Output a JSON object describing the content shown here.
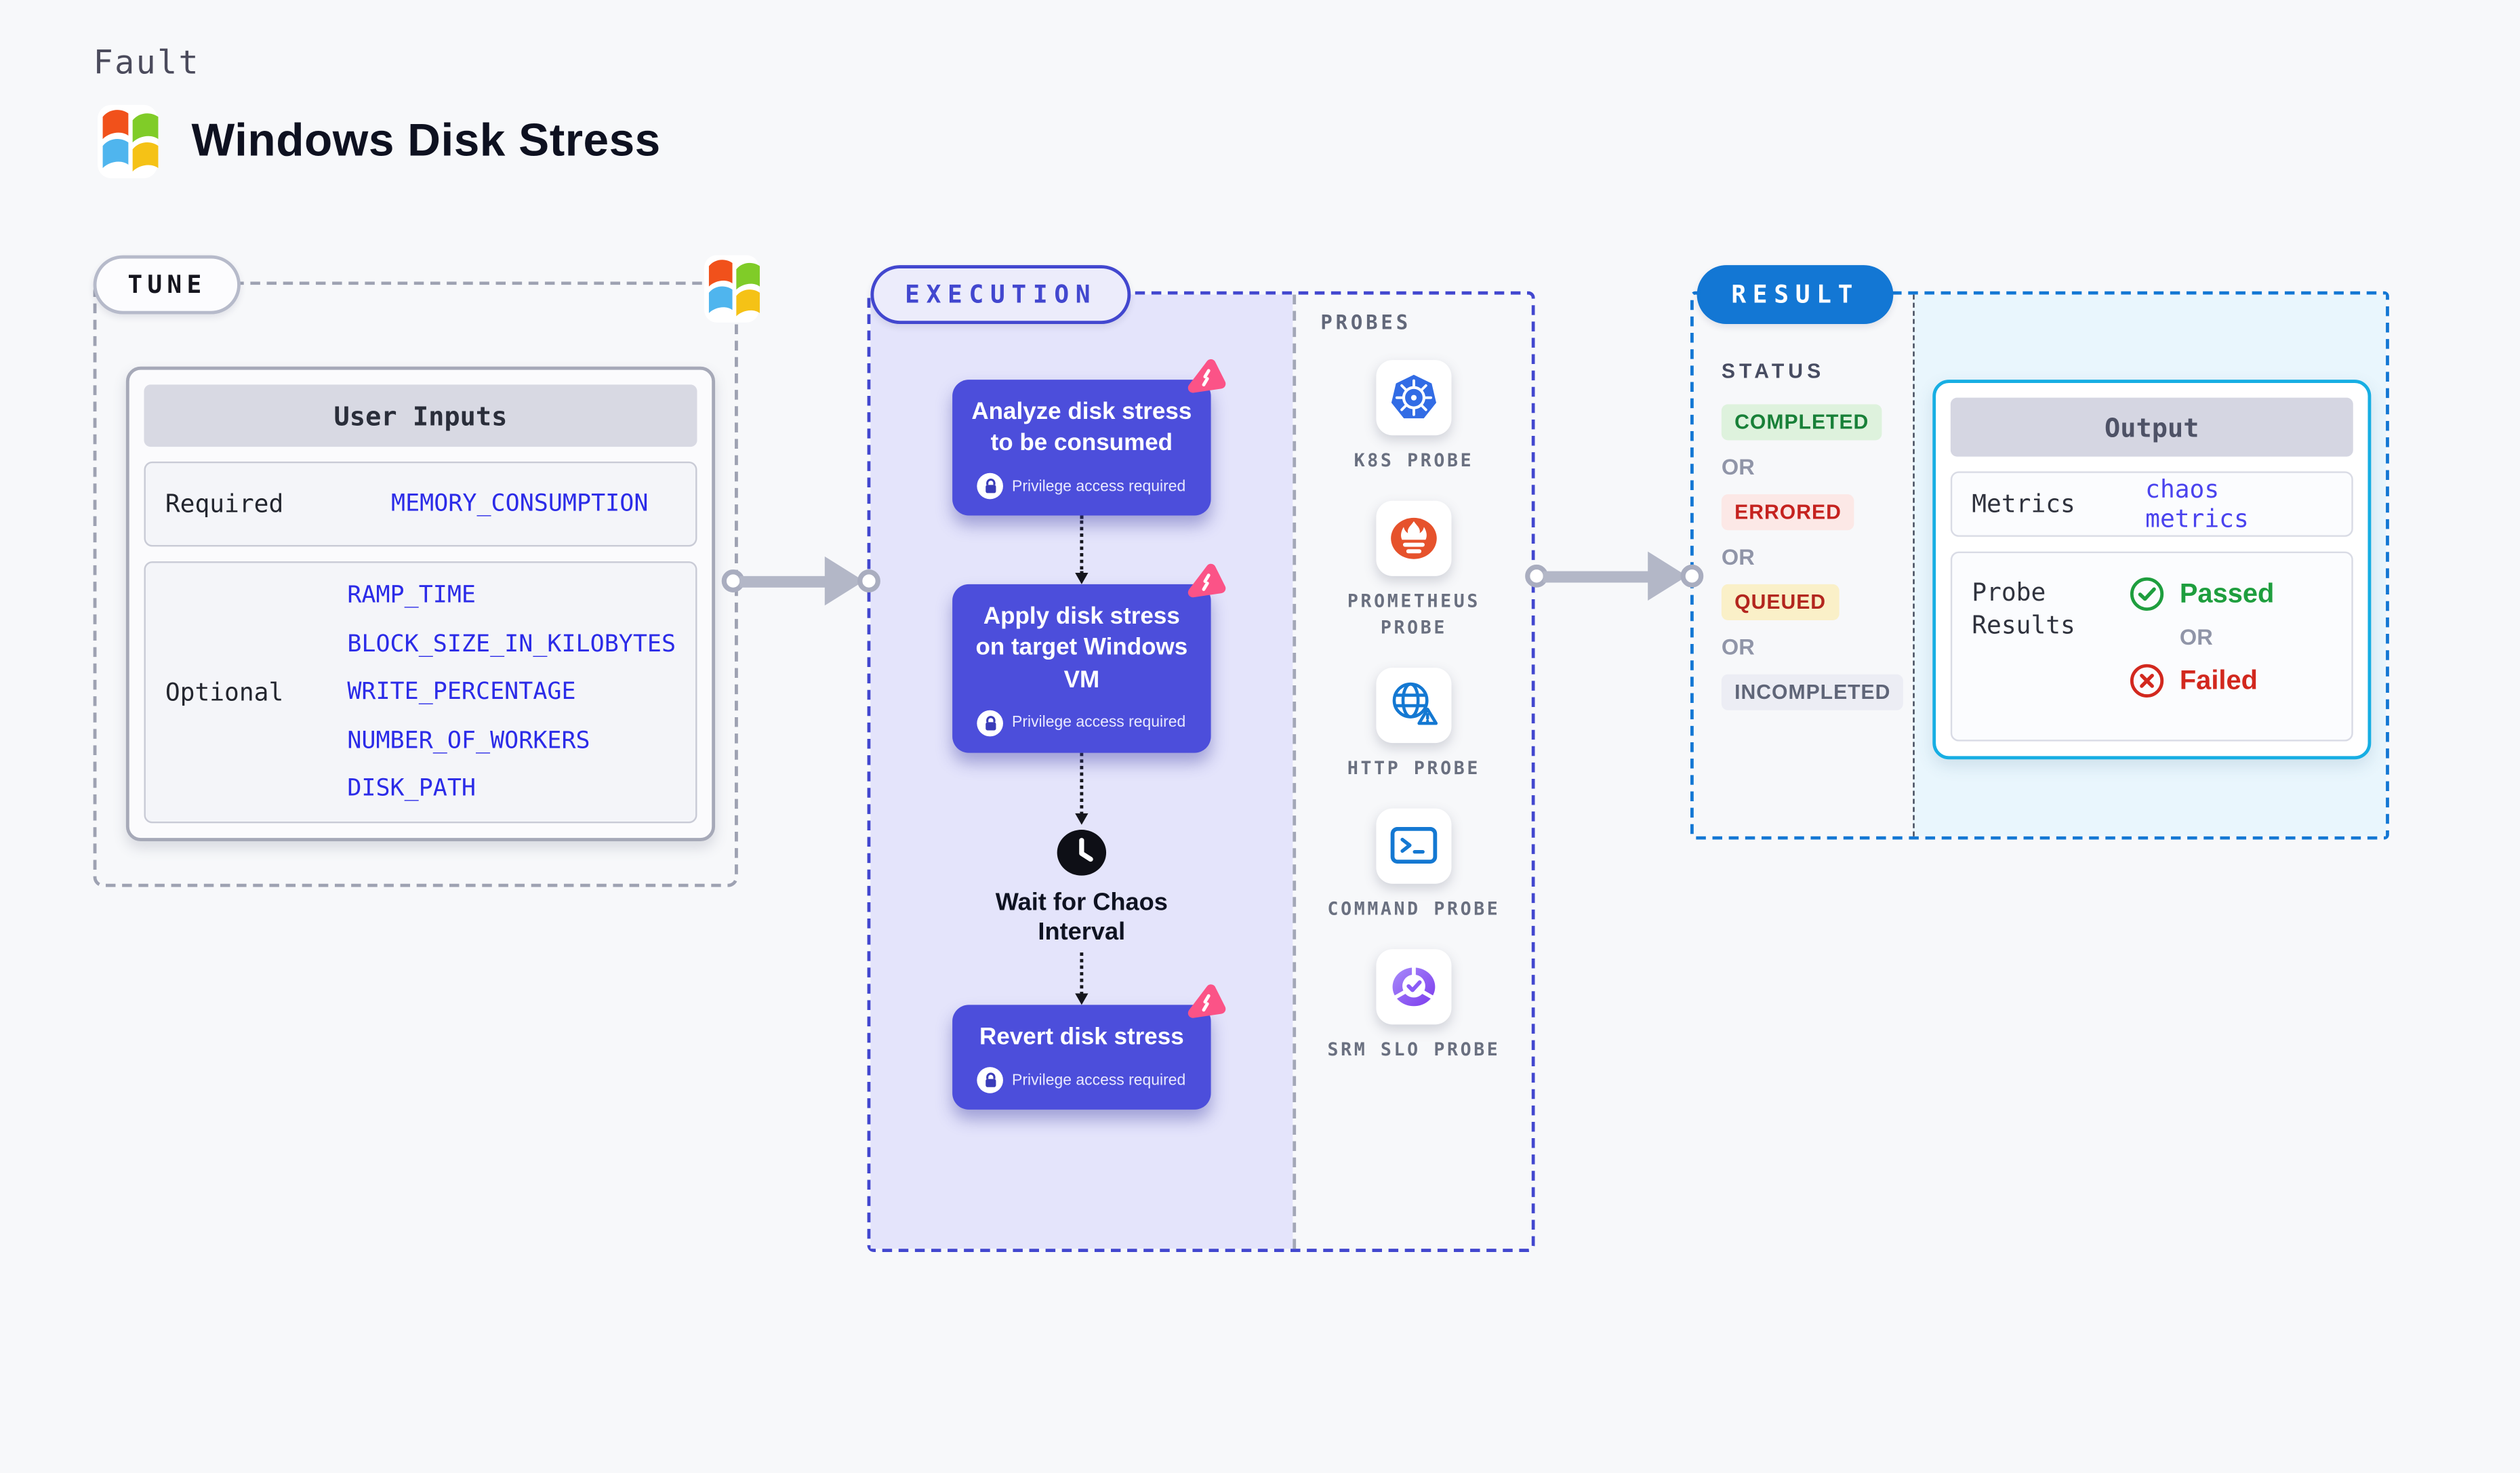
{
  "page": {
    "kind_label": "Fault",
    "title": "Windows Disk Stress"
  },
  "tune": {
    "badge": "TUNE",
    "table": {
      "header": "User Inputs",
      "rows": [
        {
          "label": "Required",
          "params": [
            "MEMORY_CONSUMPTION"
          ]
        },
        {
          "label": "Optional",
          "params": [
            "RAMP_TIME",
            "BLOCK_SIZE_IN_KILOBYTES",
            "WRITE_PERCENTAGE",
            "NUMBER_OF_WORKERS",
            "DISK_PATH"
          ]
        }
      ]
    }
  },
  "execution": {
    "badge": "EXECUTION",
    "steps": [
      {
        "title": "Analyze disk stress to be consumed",
        "note": "Privilege access required"
      },
      {
        "title": "Apply disk stress on target Windows VM",
        "note": "Privilege access required"
      },
      {
        "title": "Revert disk stress",
        "note": "Privilege access required"
      }
    ],
    "wait_label": "Wait for Chaos Interval"
  },
  "probes": {
    "label": "PROBES",
    "items": [
      {
        "name": "K8S PROBE",
        "icon": "kubernetes-icon"
      },
      {
        "name": "PROMETHEUS PROBE",
        "icon": "prometheus-icon"
      },
      {
        "name": "HTTP PROBE",
        "icon": "http-globe-icon"
      },
      {
        "name": "COMMAND PROBE",
        "icon": "terminal-icon"
      },
      {
        "name": "SRM SLO PROBE",
        "icon": "srm-slo-icon"
      }
    ]
  },
  "result": {
    "badge": "RESULT",
    "status_label": "STATUS",
    "or_label": "OR",
    "statuses": [
      {
        "label": "COMPLETED",
        "fg": "#188038",
        "bg": "#DEF2DD"
      },
      {
        "label": "ERRORED",
        "fg": "#C5221F",
        "bg": "#FCE8E6"
      },
      {
        "label": "QUEUED",
        "fg": "#B3261E",
        "bg": "#FAF0C8"
      },
      {
        "label": "INCOMPLETED",
        "fg": "#5F6578",
        "bg": "#ECEDF4"
      }
    ],
    "output": {
      "header": "Output",
      "metrics_label": "Metrics",
      "metrics_value": "chaos metrics",
      "probe_results_label": "Probe Results",
      "passed": "Passed",
      "or": "OR",
      "failed": "Failed"
    }
  },
  "colors": {
    "accent_indigo": "#4C4EDB",
    "indigo_border": "#4247CF",
    "result_blue": "#1377D4",
    "output_cyan": "#17AEE3",
    "param_blue": "#2B2BE8",
    "metrics_link": "#4A43EE",
    "passed_green": "#1E9E3E",
    "failed_red": "#D2281E",
    "litmus_pink": "#FB5387",
    "kubernetes_blue": "#326CE5",
    "prometheus_orange": "#E6522C",
    "probe_icon_blue": "#1478D2",
    "srm_purple": "#8B5CF6"
  }
}
